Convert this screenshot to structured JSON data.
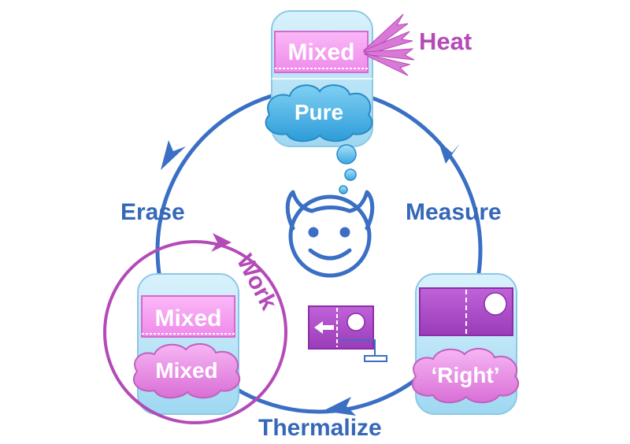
{
  "stages": {
    "top": {
      "system_label": "Mixed",
      "memory_label": "Pure"
    },
    "right": {
      "memory_label": "‘Right’"
    },
    "left": {
      "system_label": "Mixed",
      "memory_label": "Mixed"
    }
  },
  "steps": {
    "measure": "Measure",
    "thermalize": "Thermalize",
    "erase": "Erase"
  },
  "annotations": {
    "heat": "Heat",
    "work": "Work"
  },
  "icons": {
    "agent": "demon-face-icon",
    "thought": "thought-bubble-icon",
    "heat": "heat-rays-icon",
    "engine": "piston-box-icon"
  },
  "colors": {
    "cycle_blue": "#3a6fc4",
    "label_blue": "#3568b8",
    "magenta": "#b44ab8",
    "pink_fill": "#f39bf0",
    "purple_fill": "#b04fc8",
    "cloud_blue": "#4fb6e6",
    "cloud_pink": "#e98fe6",
    "device_bg": "#bfe7f8"
  }
}
